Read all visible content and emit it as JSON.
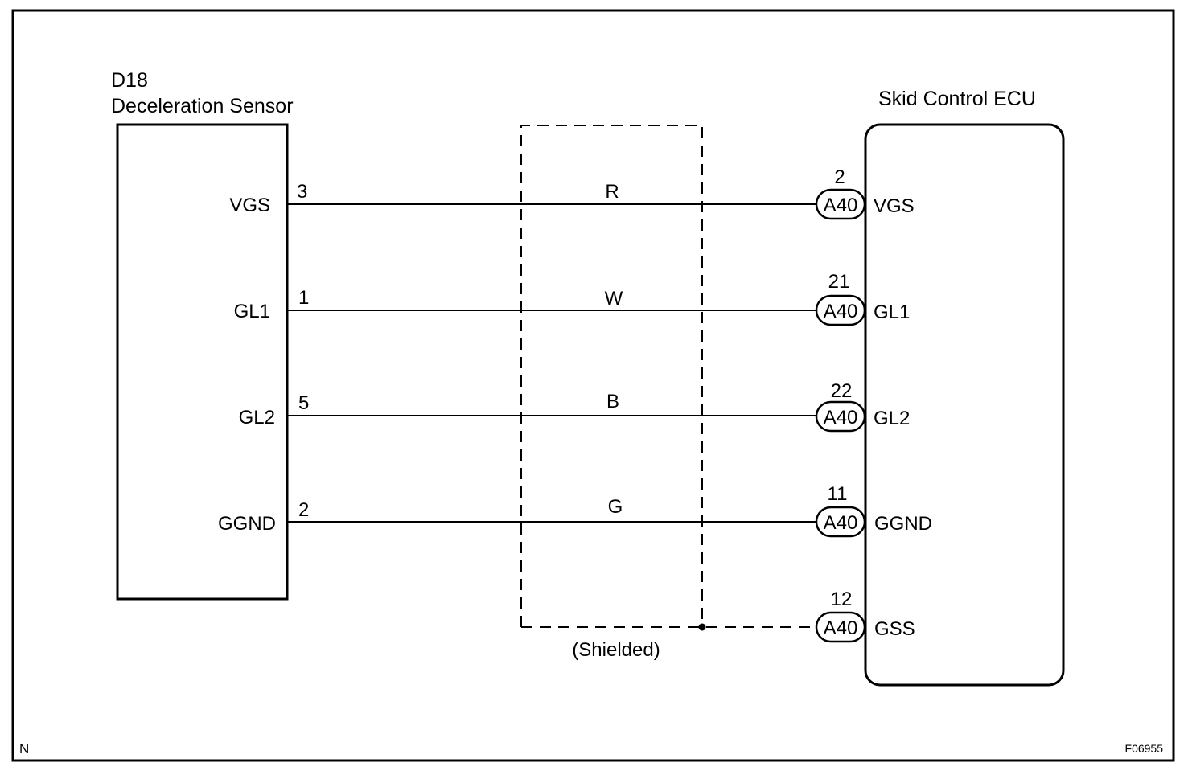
{
  "sensor": {
    "code": "D18",
    "name": "Deceleration Sensor"
  },
  "ecu": {
    "name": "Skid Control ECU"
  },
  "shield_label": "(Shielded)",
  "connector": "A40",
  "circuits": [
    {
      "sensor_terminal": "VGS",
      "sensor_pin": "3",
      "wire_color": "R",
      "ecu_pin": "2",
      "ecu_terminal": "VGS"
    },
    {
      "sensor_terminal": "GL1",
      "sensor_pin": "1",
      "wire_color": "W",
      "ecu_pin": "21",
      "ecu_terminal": "GL1"
    },
    {
      "sensor_terminal": "GL2",
      "sensor_pin": "5",
      "wire_color": "B",
      "ecu_pin": "22",
      "ecu_terminal": "GL2"
    },
    {
      "sensor_terminal": "GGND",
      "sensor_pin": "2",
      "wire_color": "G",
      "ecu_pin": "11",
      "ecu_terminal": "GGND"
    }
  ],
  "shield_circuit": {
    "ecu_pin": "12",
    "ecu_terminal": "GSS"
  },
  "corner_left": "N",
  "corner_right": "F06955"
}
